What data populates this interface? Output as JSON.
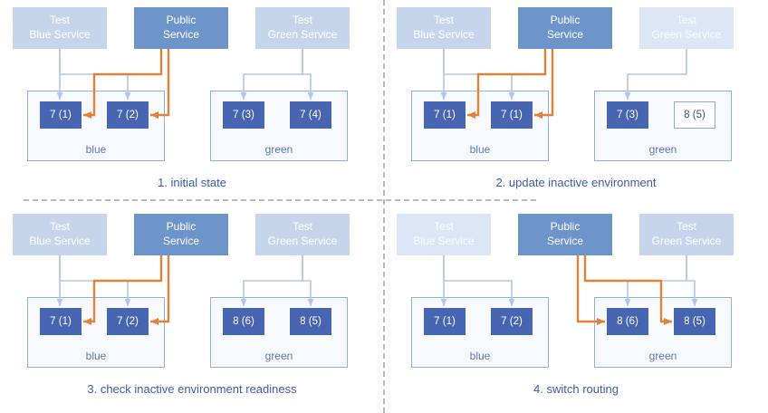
{
  "colors": {
    "service-test": "#c7d5ec",
    "service-test-faded": "#dde6f5",
    "service-public": "#6e95c9",
    "pod-fill": "#4765b0",
    "pod-outline-border": "#8ea9d8",
    "pod-outline-text": "#3d5189",
    "env-fill": "#f7fafd",
    "env-border": "#92aedd",
    "env-label": "#5b79b4",
    "arrow-orange": "#e08339",
    "arrow-light": "#b3c6e6",
    "caption": "#3a5da8",
    "divider": "#bbbbbb"
  },
  "panels": [
    {
      "caption": "1. initial state",
      "services": [
        {
          "line1": "Test",
          "line2": "Blue Service",
          "state": "test"
        },
        {
          "line1": "Public",
          "line2": "Service",
          "state": "public"
        },
        {
          "line1": "Test",
          "line2": "Green Service",
          "state": "test"
        }
      ],
      "environments": [
        {
          "name": "blue",
          "pods": [
            {
              "label": "7 (1)",
              "style": "filled"
            },
            {
              "label": "7 (2)",
              "style": "filled"
            }
          ]
        },
        {
          "name": "green",
          "pods": [
            {
              "label": "7 (3)",
              "style": "filled"
            },
            {
              "label": "7 (4)",
              "style": "filled"
            }
          ]
        }
      ]
    },
    {
      "caption": "2. update inactive environment",
      "services": [
        {
          "line1": "Test",
          "line2": "Blue Service",
          "state": "test"
        },
        {
          "line1": "Public",
          "line2": "Service",
          "state": "public"
        },
        {
          "line1": "Test",
          "line2": "Green Service",
          "state": "faded"
        }
      ],
      "environments": [
        {
          "name": "blue",
          "pods": [
            {
              "label": "7 (1)",
              "style": "filled"
            },
            {
              "label": "7 (1)",
              "style": "filled"
            }
          ]
        },
        {
          "name": "green",
          "pods": [
            {
              "label": "7 (3)",
              "style": "filled"
            },
            {
              "label": "8 (5)",
              "style": "outline"
            }
          ]
        }
      ]
    },
    {
      "caption": "3. check inactive environment readiness",
      "services": [
        {
          "line1": "Test",
          "line2": "Blue Service",
          "state": "test"
        },
        {
          "line1": "Public",
          "line2": "Service",
          "state": "public"
        },
        {
          "line1": "Test",
          "line2": "Green Service",
          "state": "test"
        }
      ],
      "environments": [
        {
          "name": "blue",
          "pods": [
            {
              "label": "7 (1)",
              "style": "filled"
            },
            {
              "label": "7 (2)",
              "style": "filled"
            }
          ]
        },
        {
          "name": "green",
          "pods": [
            {
              "label": "8 (6)",
              "style": "filled"
            },
            {
              "label": "8 (5)",
              "style": "filled"
            }
          ]
        }
      ]
    },
    {
      "caption": "4. switch routing",
      "services": [
        {
          "line1": "Test",
          "line2": "Blue Service",
          "state": "faded"
        },
        {
          "line1": "Public",
          "line2": "Service",
          "state": "public"
        },
        {
          "line1": "Test",
          "line2": "Green Service",
          "state": "test"
        }
      ],
      "environments": [
        {
          "name": "blue",
          "pods": [
            {
              "label": "7 (1)",
              "style": "filled"
            },
            {
              "label": "7 (2)",
              "style": "filled"
            }
          ]
        },
        {
          "name": "green",
          "pods": [
            {
              "label": "8 (6)",
              "style": "filled"
            },
            {
              "label": "8 (5)",
              "style": "filled"
            }
          ]
        }
      ]
    }
  ]
}
